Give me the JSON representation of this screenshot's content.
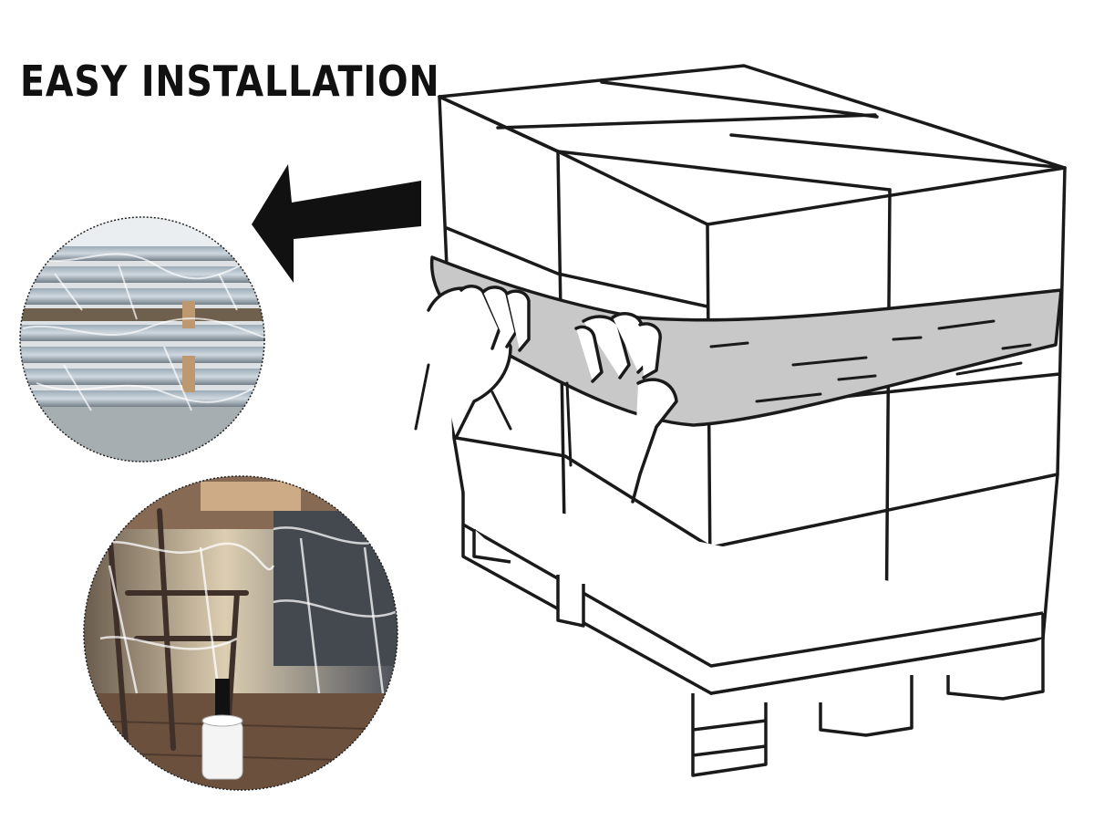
{
  "title": "EASY INSTALLATION",
  "colors": {
    "text": "#111111",
    "line": "#1a1a1a",
    "wrap_film": "#c8c8c8",
    "background": "#ffffff"
  },
  "icons": [
    "left-arrow-icon"
  ],
  "photos": [
    {
      "subject": "wrapped-metal-profiles"
    },
    {
      "subject": "wrapped-furniture-with-film-roll"
    }
  ]
}
